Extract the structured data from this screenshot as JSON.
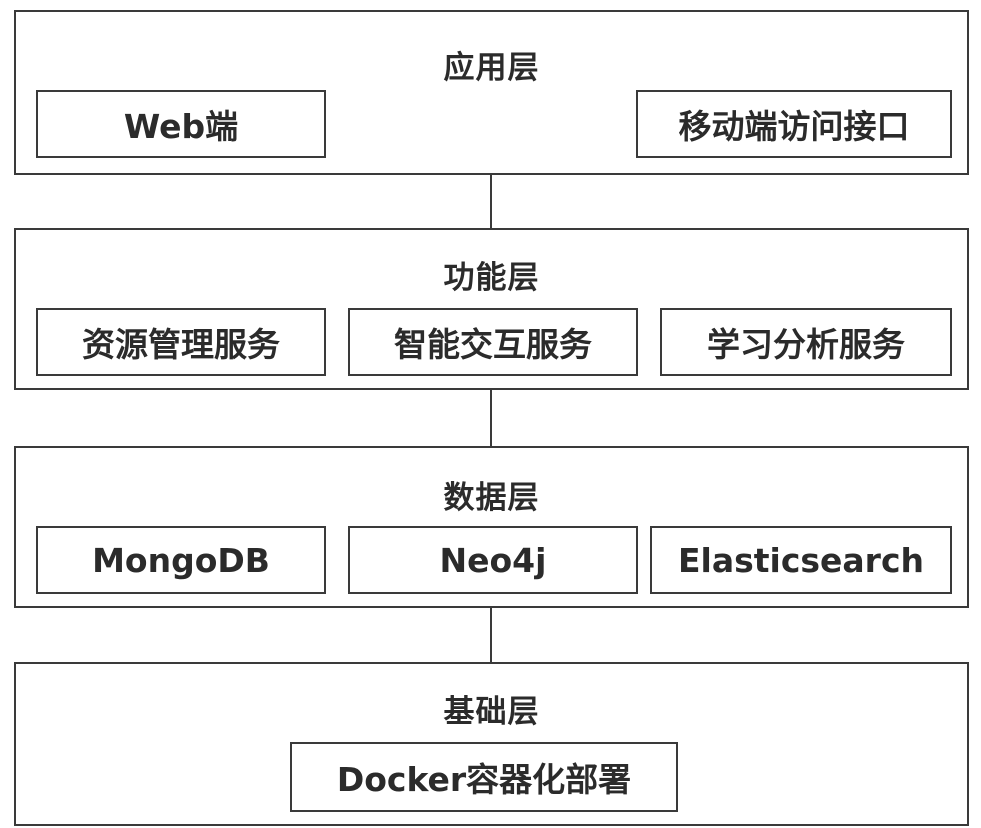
{
  "layers": {
    "application": {
      "title": "应用层",
      "items": [
        "Web端",
        "移动端访问接口"
      ]
    },
    "function": {
      "title": "功能层",
      "items": [
        "资源管理服务",
        "智能交互服务",
        "学习分析服务"
      ]
    },
    "data": {
      "title": "数据层",
      "items": [
        "MongoDB",
        "Neo4j",
        "Elasticsearch"
      ]
    },
    "base": {
      "title": "基础层",
      "items": [
        "Docker容器化部署"
      ]
    }
  }
}
